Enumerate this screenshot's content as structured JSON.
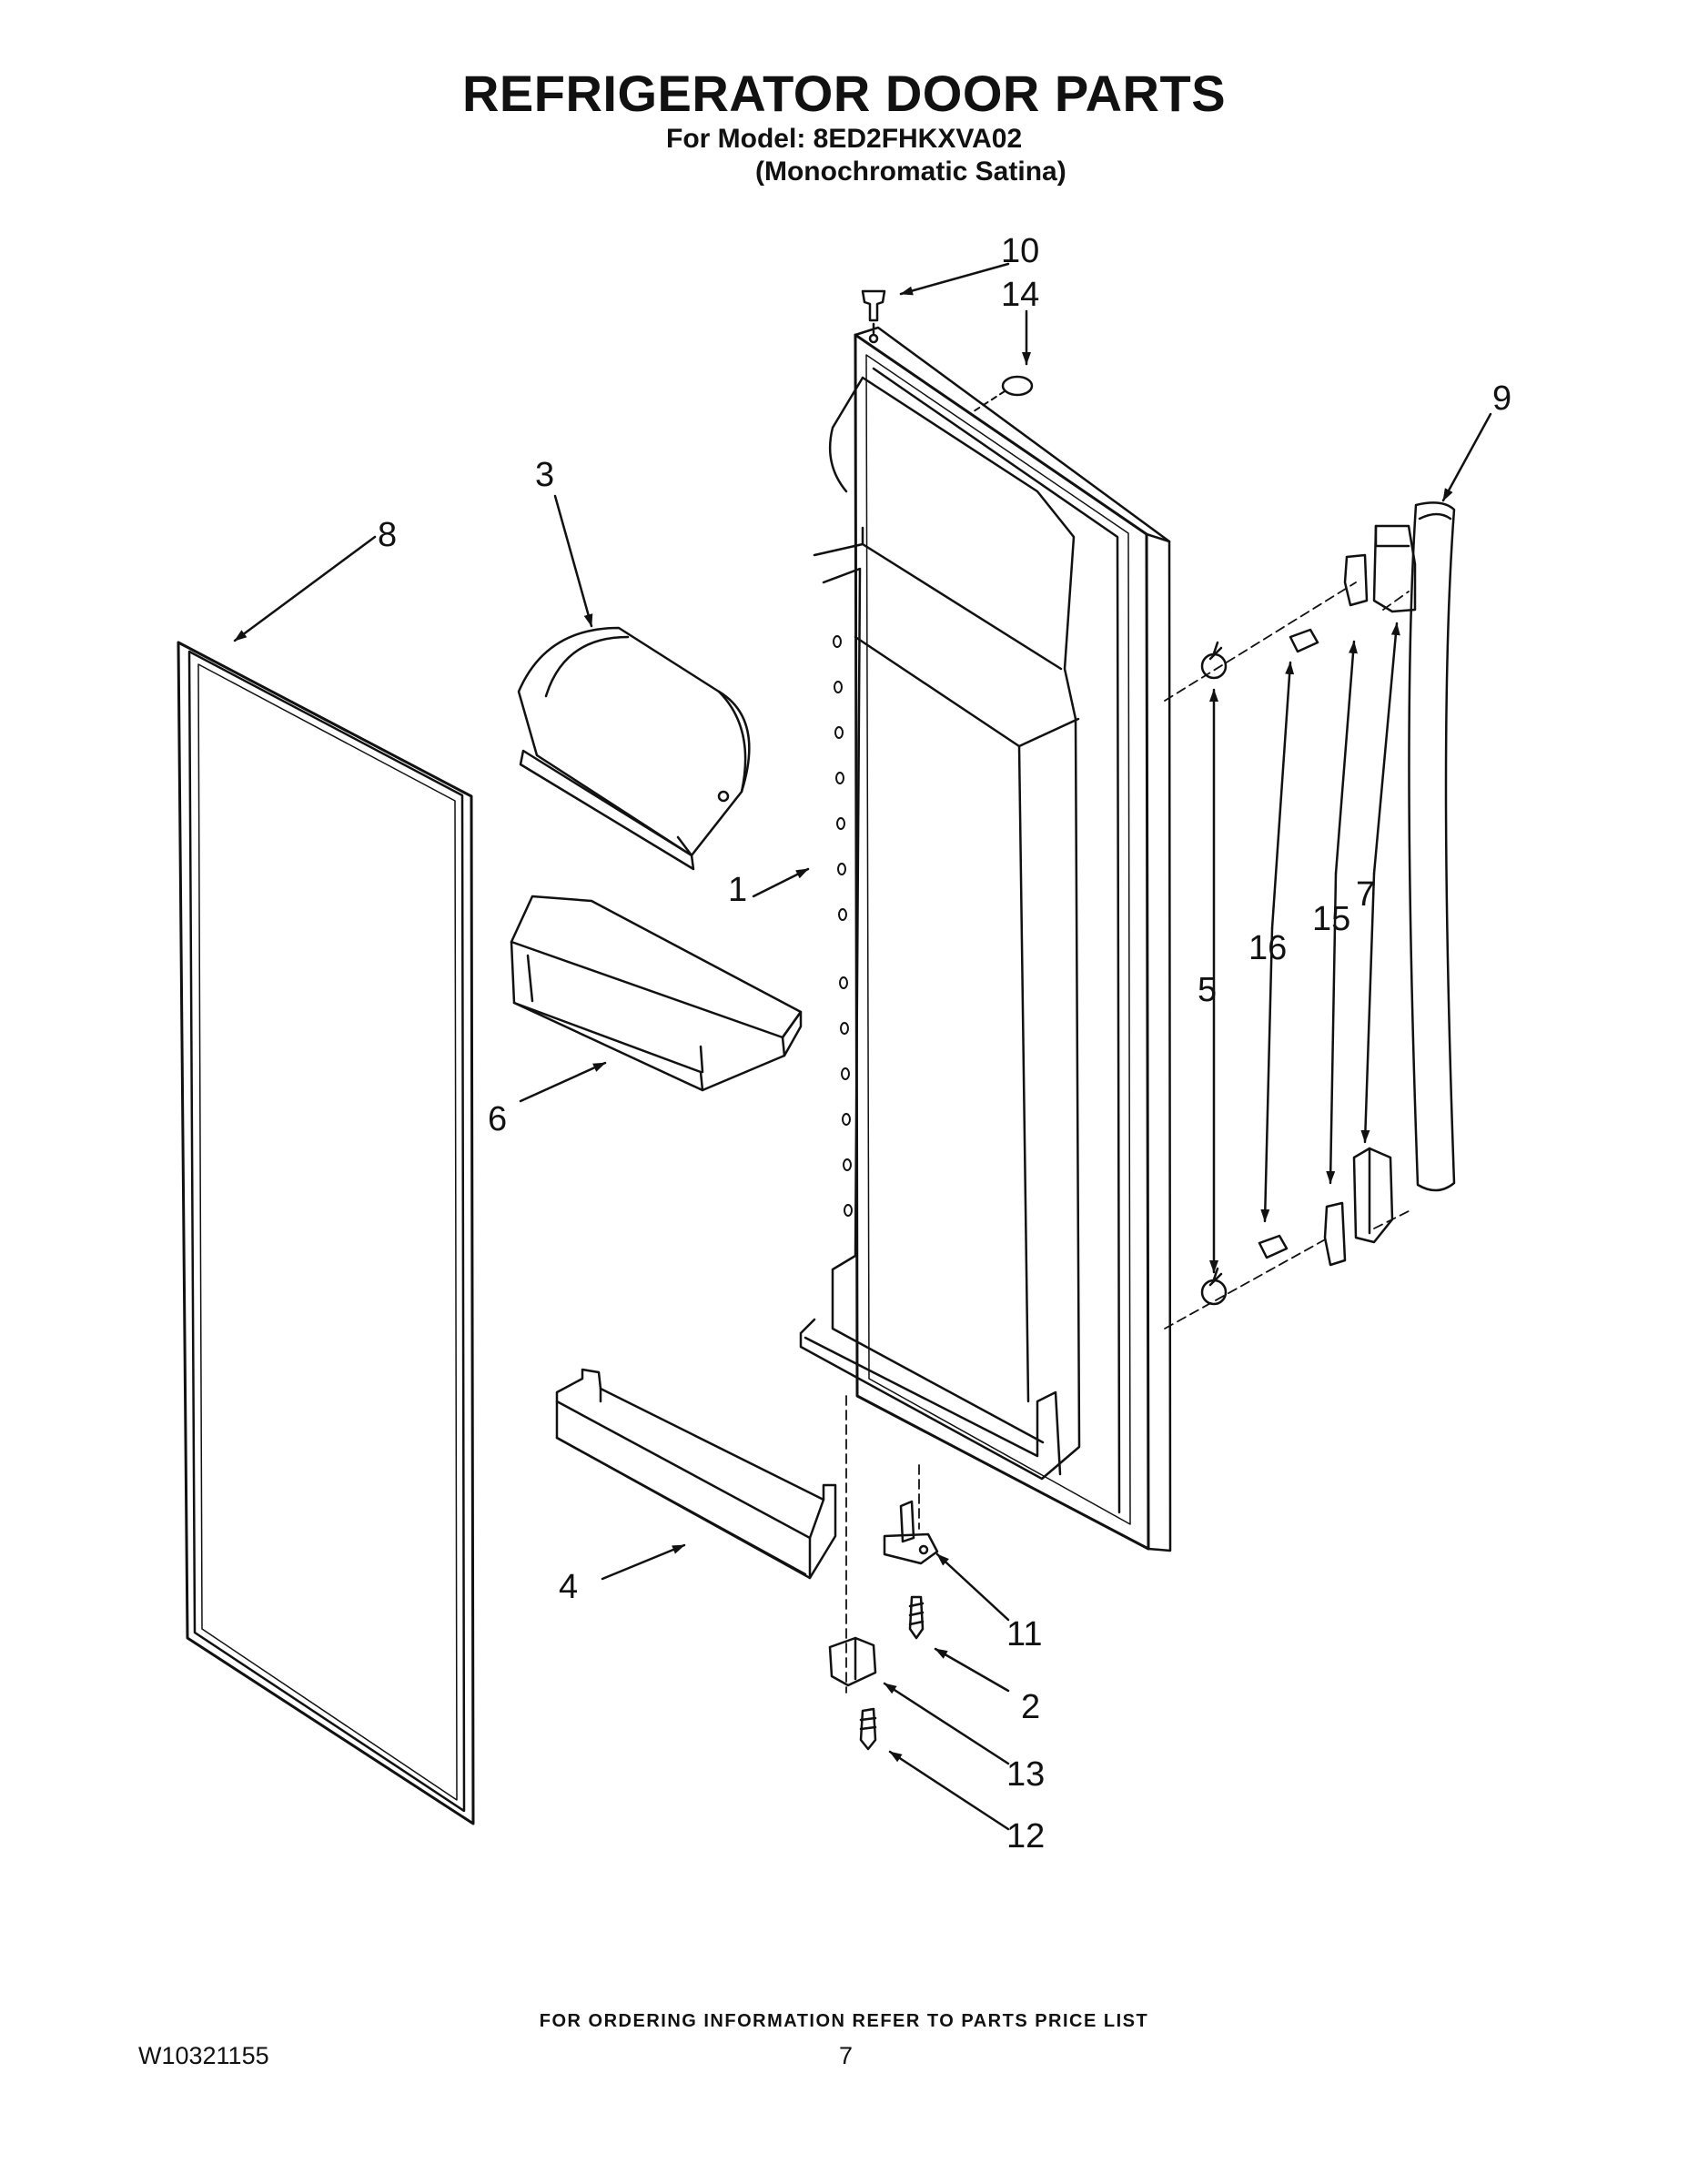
{
  "header": {
    "title": "REFRIGERATOR DOOR PARTS",
    "model_line": "For Model: 8ED2FHKXVA02",
    "variant_line": "(Monochromatic Satina)"
  },
  "callouts": [
    {
      "number": "1",
      "part": "door-assembly"
    },
    {
      "number": "2",
      "part": "hinge-screw"
    },
    {
      "number": "3",
      "part": "dairy-door"
    },
    {
      "number": "4",
      "part": "door-shelf-rail"
    },
    {
      "number": "5",
      "part": "handle-mounting-stud"
    },
    {
      "number": "6",
      "part": "door-bin"
    },
    {
      "number": "7",
      "part": "handle-end-cap"
    },
    {
      "number": "8",
      "part": "door-gasket"
    },
    {
      "number": "9",
      "part": "door-handle"
    },
    {
      "number": "10",
      "part": "door-plug"
    },
    {
      "number": "11",
      "part": "lower-hinge"
    },
    {
      "number": "12",
      "part": "hinge-bracket-screw"
    },
    {
      "number": "13",
      "part": "hinge-bracket"
    },
    {
      "number": "14",
      "part": "washer"
    },
    {
      "number": "15",
      "part": "handle-bracket"
    },
    {
      "number": "16",
      "part": "handle-screw"
    }
  ],
  "footer": {
    "ordering_note": "FOR ORDERING INFORMATION REFER TO PARTS PRICE LIST",
    "document_number": "W10321155",
    "page_number": "7"
  }
}
